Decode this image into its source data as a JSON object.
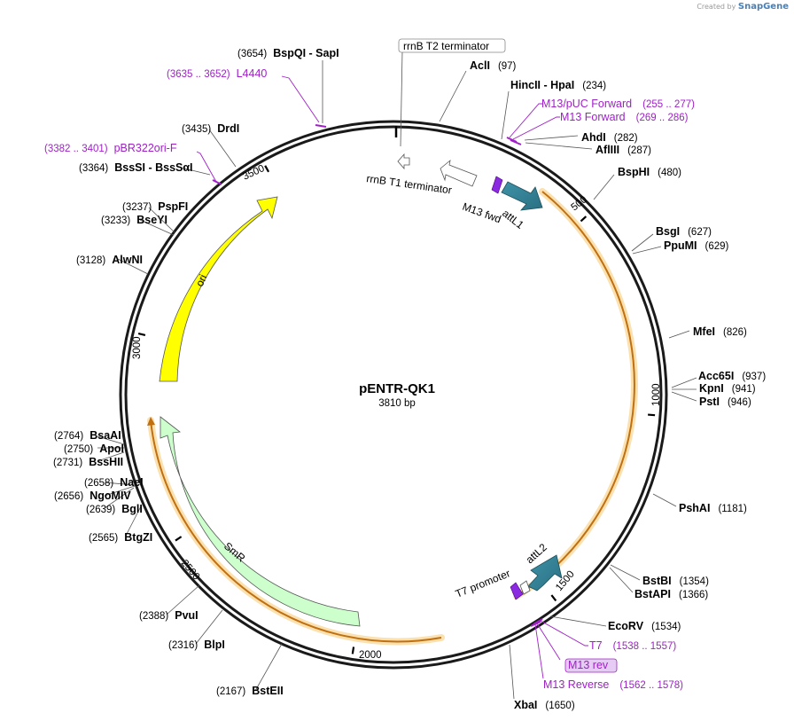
{
  "branding": {
    "created_by": "Created by",
    "app": "SnapGene"
  },
  "plasmid": {
    "name": "pENTR-QK1",
    "length": "3810 bp"
  },
  "ticks": [
    "500",
    "1000",
    "1500",
    "2000",
    "2500",
    "3000",
    "3500"
  ],
  "sites": [
    {
      "name": "AclI",
      "pos": "(97)"
    },
    {
      "name": "HincII  - HpaI",
      "pos": "(234)"
    },
    {
      "name": "AhdI",
      "pos": "(282)"
    },
    {
      "name": "AflIII",
      "pos": "(287)"
    },
    {
      "name": "BspHI",
      "pos": "(480)"
    },
    {
      "name": "BsgI",
      "pos": "(627)"
    },
    {
      "name": "PpuMI",
      "pos": "(629)"
    },
    {
      "name": "MfeI",
      "pos": "(826)"
    },
    {
      "name": "Acc65I",
      "pos": "(937)"
    },
    {
      "name": "KpnI",
      "pos": "(941)"
    },
    {
      "name": "PstI",
      "pos": "(946)"
    },
    {
      "name": "PshAI",
      "pos": "(1181)"
    },
    {
      "name": "BstBI",
      "pos": "(1354)"
    },
    {
      "name": "BstAPI",
      "pos": "(1366)"
    },
    {
      "name": "EcoRV",
      "pos": "(1534)"
    },
    {
      "name": "XbaI",
      "pos": "(1650)"
    },
    {
      "name": "BstEII",
      "pos": "(2167)"
    },
    {
      "name": "BlpI",
      "pos": "(2316)"
    },
    {
      "name": "PvuI",
      "pos": "(2388)"
    },
    {
      "name": "BtgZI",
      "pos": "(2565)"
    },
    {
      "name": "BglI",
      "pos": "(2639)"
    },
    {
      "name": "NgoMIV",
      "pos": "(2656)"
    },
    {
      "name": "NaeI",
      "pos": "(2658)"
    },
    {
      "name": "BssHII",
      "pos": "(2731)"
    },
    {
      "name": "ApoI",
      "pos": "(2750)"
    },
    {
      "name": "BsaAI",
      "pos": "(2764)"
    },
    {
      "name": "AlwNI",
      "pos": "(3128)"
    },
    {
      "name": "BseYI",
      "pos": "(3233)"
    },
    {
      "name": "PspFI",
      "pos": "(3237)"
    },
    {
      "name": "BssSI  - BssSαI",
      "pos": "(3364)"
    },
    {
      "name": "DrdI",
      "pos": "(3435)"
    },
    {
      "name": "BspQI  - SapI",
      "pos": "(3654)"
    }
  ],
  "primers": [
    {
      "name": "M13/pUC Forward",
      "range": "(255 .. 277)"
    },
    {
      "name": "M13 Forward",
      "range": "(269 .. 286)"
    },
    {
      "name": "T7",
      "range": "(1538 .. 1557)"
    },
    {
      "name": "M13 rev",
      "range": ""
    },
    {
      "name": "M13 Reverse",
      "range": "(1562 .. 1578)"
    },
    {
      "name": "pBR322ori-F",
      "range": "(3382 .. 3401)"
    },
    {
      "name": "L4440",
      "range": "(3635 .. 3652)"
    }
  ],
  "features": [
    {
      "name": "rrnB T2 terminator",
      "color": "#ffffff"
    },
    {
      "name": "rrnB T1 terminator",
      "color": "#ffffff"
    },
    {
      "name": "M13 fwd",
      "color": "#8a2be2"
    },
    {
      "name": "attL1",
      "color": "#2e7d95"
    },
    {
      "name": "attL2",
      "color": "#2e7d95"
    },
    {
      "name": "T7 promoter",
      "color": "#ffffff"
    },
    {
      "name": "ori",
      "color": "#ffff00"
    },
    {
      "name": "SmR",
      "color": "#ccffcc"
    }
  ],
  "colors": {
    "primer": "#a020c8",
    "orf": "#f5a623",
    "backbone": "#000000"
  }
}
